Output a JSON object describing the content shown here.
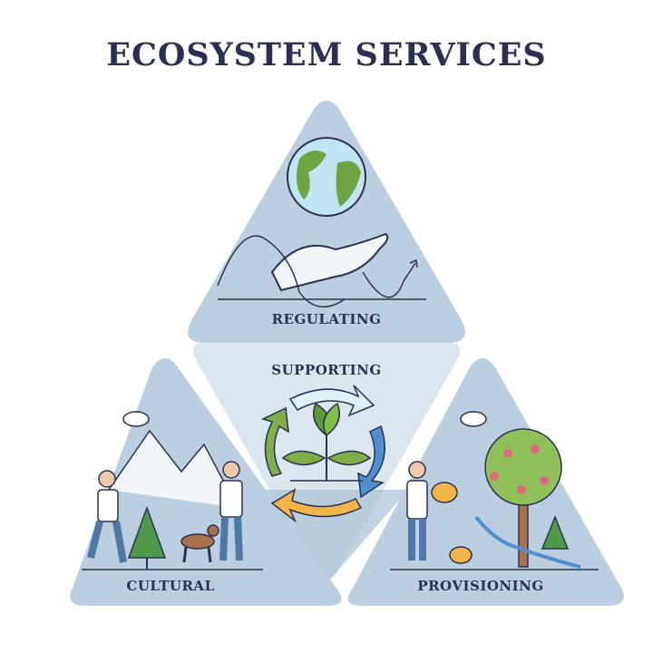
{
  "title": "ECOSYSTEM SERVICES",
  "sections": {
    "regulating": "REGULATING",
    "supporting": "SUPPORTING",
    "cultural": "CULTURAL",
    "provisioning": "PROVISIONING"
  },
  "colors": {
    "triangle": "#bccfe0",
    "center": "#dbe6ef",
    "title": "#2b3050",
    "green": "#7fae4a",
    "orange": "#f2b54a",
    "blue": "#4f8fd0"
  }
}
